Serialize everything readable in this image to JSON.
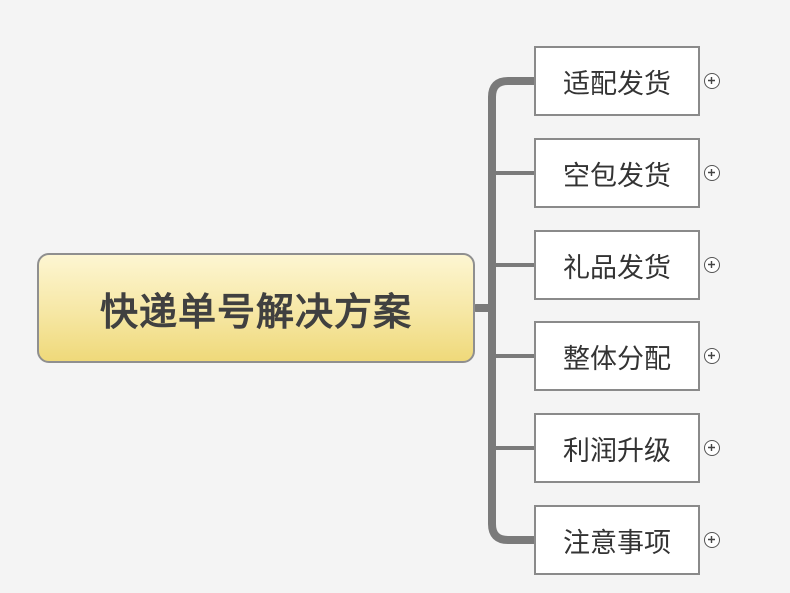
{
  "central_topic": {
    "label": "快递单号解决方案"
  },
  "branches": [
    {
      "label": "适配发货"
    },
    {
      "label": "空包发货"
    },
    {
      "label": "礼品发货"
    },
    {
      "label": "整体分配"
    },
    {
      "label": "利润升级"
    },
    {
      "label": "注意事项"
    }
  ],
  "colors": {
    "connector": "#7a7a7a",
    "central_fill": "#f6e7a4",
    "border": "#8a8a8a"
  }
}
